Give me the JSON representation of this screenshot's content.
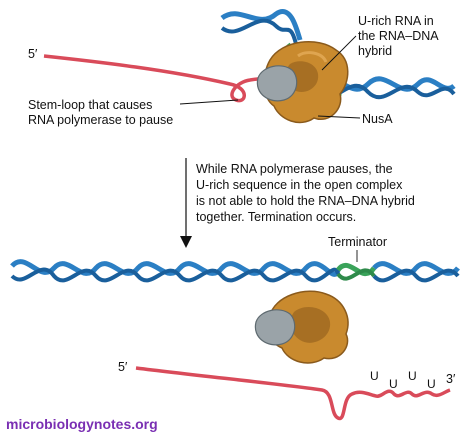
{
  "top_panel": {
    "five_prime": "5′",
    "u_rich_label": [
      "U-rich RNA in",
      "the RNA–DNA",
      "hybrid"
    ],
    "stem_loop_label": [
      "Stem-loop that causes",
      "RNA polymerase to pause"
    ],
    "nusa_label": "NusA"
  },
  "transition_note": [
    "While RNA polymerase pauses, the",
    "U-rich sequence in the open complex",
    "is not able to hold the RNA–DNA hybrid",
    "together. Termination occurs."
  ],
  "bottom_panel": {
    "terminator_label": "Terminator",
    "five_prime": "5′",
    "three_prime": "3′",
    "u_letters": [
      "U",
      "U",
      "U",
      "U"
    ]
  },
  "watermark": "microbiologynotes.org",
  "colors": {
    "dna_strand": "#2b7fc4",
    "dna_strand_dark": "#1a5f9c",
    "terminator_strand": "#3aa35a",
    "rna": "#d94b5a",
    "polymerase": "#c98a2e",
    "polymerase_dark": "#8a5a1c",
    "nusa": "#9aa3a8",
    "watermark": "#7a2fb3"
  }
}
